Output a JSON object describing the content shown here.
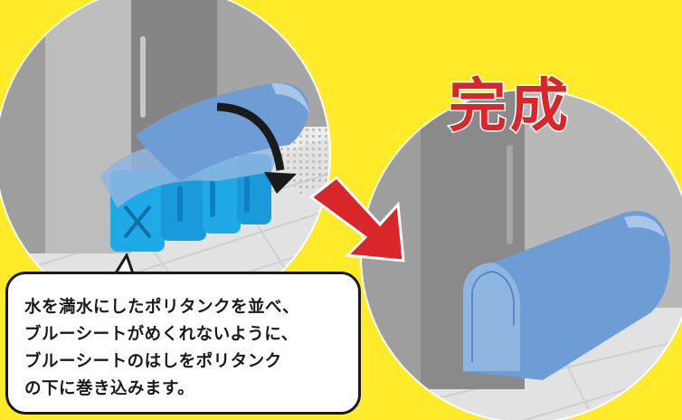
{
  "title": "完成",
  "caption": {
    "lines": [
      "水を満水にしたポリタンクを並べ、",
      "ブルーシートがめくれないように、",
      "ブルーシートのはしをポリタンク",
      "の下に巻き込みます。"
    ]
  },
  "colors": {
    "background": "#FFEB2A",
    "arrow_red": "#D8262B",
    "tarp_blue": "#6E9DD6",
    "tank_blue": "#1FA9E6",
    "wall_gray": "#A9A9A9",
    "ground": "#E9E9E9"
  }
}
